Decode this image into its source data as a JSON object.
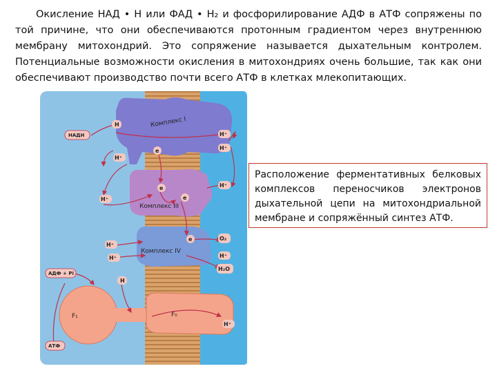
{
  "intro": {
    "text": "Окисление НАД • Н или ФАД • Н₂  и фосфорилирование АДФ в АТФ сопряжены по той причине, что они обеспечиваются протонным градиентом через внутреннюю мембрану митохондрий. Это сопряжение называется дыхательным контролем. Потенциальные возможности окисления в митохондриях очень большие, так как они обеспечивают производство почти всего АТФ в клетках млекопитающих."
  },
  "caption": {
    "text": "Расположение ферментативных белковых комплексов переносчиков электронов дыхательной цепи на митохондриальной мембране и сопряжённый синтез АТФ."
  },
  "diagram": {
    "complexes": {
      "c1": "Комплекс I",
      "c3": "Комплекс III",
      "c4": "Комплекс IV"
    },
    "labels": {
      "nadh": "НАДН",
      "adp": "АДФ + Pi",
      "atp": "АТФ",
      "h": "H",
      "hplus": "H⁺",
      "e": "e",
      "o2": "O₂",
      "h2o": "H₂O",
      "f1": "F₁",
      "f0": "F₀"
    },
    "colors": {
      "matrix": "#8fc3e6",
      "intermembrane": "#4fb1e3",
      "membrane": "#d9a36b",
      "complex1": "#7f7bcf",
      "complex3": "#b887c9",
      "complex4": "#7b9ad8",
      "f1": "#f4a48a",
      "arrow": "#c0304a"
    }
  }
}
